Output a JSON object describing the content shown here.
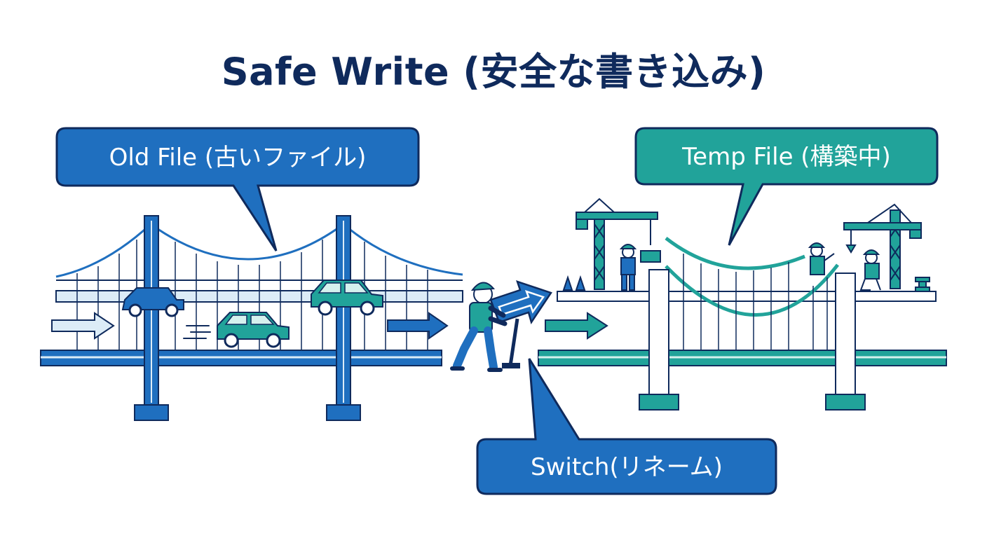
{
  "title": "Safe Write (安全な書き込み)",
  "callouts": {
    "old_file": "Old File (古いファイル)",
    "temp_file": "Temp File (構築中)",
    "switch": "Switch(リネーム)"
  },
  "colors": {
    "navy": "#0f2a5c",
    "blue": "#1f6fbf",
    "teal": "#21a39a",
    "light_blue": "#dcecf7",
    "light_teal": "#d5f1ee"
  }
}
